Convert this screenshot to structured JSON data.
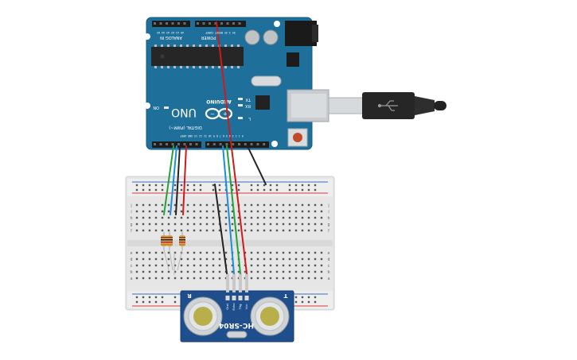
{
  "arduino": {
    "board_label": "UNO",
    "brand_label": "ARDUINO",
    "analog_header_label": "ANALOG IN",
    "power_header_label": "POWER",
    "digital_header_label": "DIGITAL (PWM~)",
    "power_pins": "5V 3.3V RESET IOREF",
    "analog_pins": "A0 A1 A2 A3 A4 A5",
    "digital_pins": "0 1 2 3 4 5 6 7 8 9 10 11 12 13 GND AREF",
    "tx_label": "TX",
    "rx_label": "RX",
    "l_label": "L",
    "on_label": "ON",
    "board_color": "#1f6f9b"
  },
  "sensor": {
    "model_label": "HC-SR04",
    "left_label": "R",
    "right_label": "T",
    "pin_labels": [
      "Vcc",
      "Trig",
      "Echo",
      "Gnd"
    ],
    "board_color": "#1f4e8c"
  },
  "breadboard": {
    "row_letters": [
      "a",
      "b",
      "c",
      "d",
      "e",
      "f",
      "g",
      "h",
      "i",
      "j"
    ]
  },
  "wires": {
    "colors": {
      "red": "#d01a1a",
      "green": "#22a23a",
      "blue": "#1d8fd6",
      "black": "#222222"
    }
  }
}
